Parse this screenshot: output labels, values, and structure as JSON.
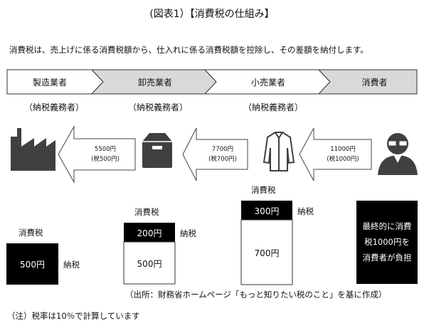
{
  "title": "(図表1）【消費税の仕組み】",
  "intro": "消費税は、売上げに係る消費税額から、仕入れに係る消費税額を控除し、その差額を納付します。",
  "stages": [
    {
      "label": "製造業者",
      "sub": "（納税義務者）"
    },
    {
      "label": "卸売業者",
      "sub": "（納税義務者）"
    },
    {
      "label": "小売業者",
      "sub": "（納税義務者）"
    },
    {
      "label": "消費者",
      "sub": ""
    }
  ],
  "icons": [
    "factory-icon",
    "box-icon",
    "shirt-icon",
    "person-icon"
  ],
  "transactions": [
    {
      "price": "5500円",
      "tax": "(税500円)"
    },
    {
      "price": "7700円",
      "tax": "(税700円)"
    },
    {
      "price": "11000円",
      "tax": "(税1000円)"
    }
  ],
  "tax_label": "消費税",
  "payment_label": "納税",
  "blocks": {
    "manufacturer": {
      "paid": "500円"
    },
    "wholesaler": {
      "paid": "200円",
      "deducted": "500円"
    },
    "retailer": {
      "paid": "300円",
      "deducted": "700円"
    }
  },
  "consumer_box": [
    "最終的に消費",
    "税1000円を",
    "消費者が負担"
  ],
  "source": "（出所：財務省ホームページ「もっと知りたい税のこと」を基に作成）",
  "note": "（注）税率は10％で計算しています",
  "colors": {
    "dark": "#000000",
    "light_fill": "#d9d9d9",
    "icon": "#404040"
  }
}
